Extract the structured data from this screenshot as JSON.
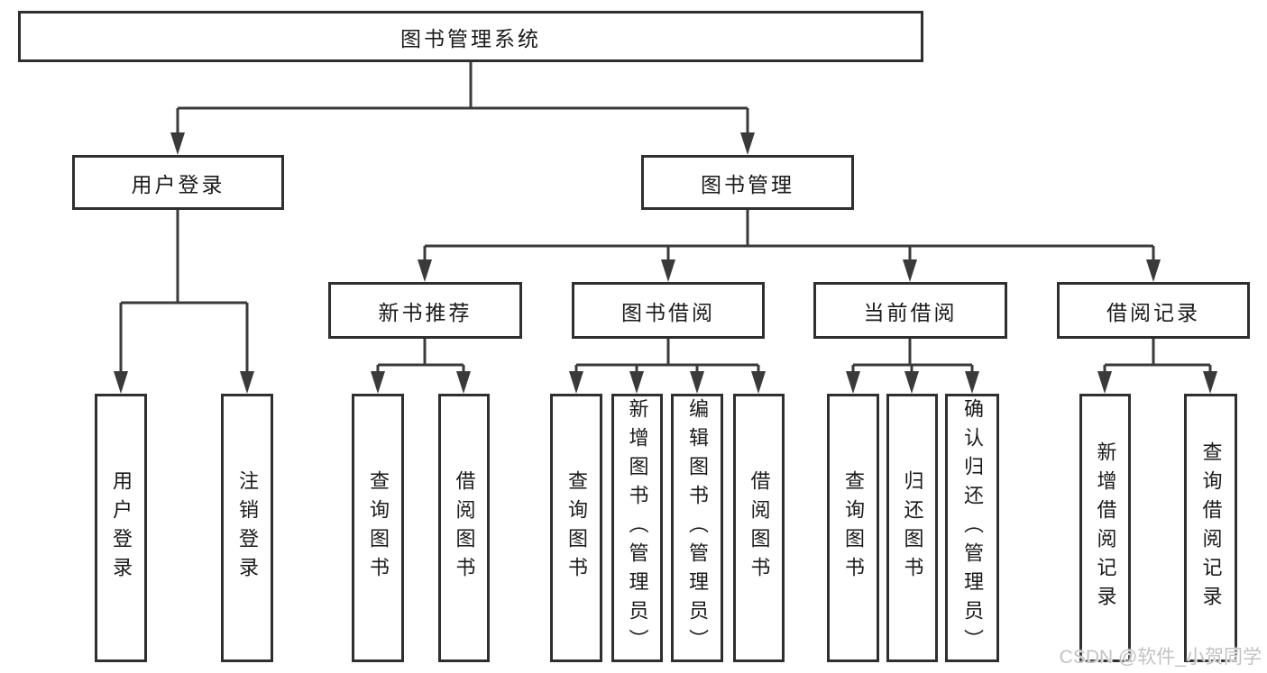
{
  "tree": {
    "label": "图书管理系统",
    "children": [
      {
        "label": "用户登录",
        "children": [
          {
            "label": "用户登录"
          },
          {
            "label": "注销登录"
          }
        ]
      },
      {
        "label": "图书管理",
        "children": [
          {
            "label": "新书推荐",
            "children": [
              {
                "label": "查询图书"
              },
              {
                "label": "借阅图书"
              }
            ]
          },
          {
            "label": "图书借阅",
            "children": [
              {
                "label": "查询图书"
              },
              {
                "label": "新增图书（管理员）"
              },
              {
                "label": "编辑图书（管理员）"
              },
              {
                "label": "借阅图书"
              }
            ]
          },
          {
            "label": "当前借阅",
            "children": [
              {
                "label": "查询图书"
              },
              {
                "label": "归还图书"
              },
              {
                "label": "确认归还（管理员）"
              }
            ]
          },
          {
            "label": "借阅记录",
            "children": [
              {
                "label": "新增借阅记录"
              },
              {
                "label": "查询借阅记录"
              }
            ]
          }
        ]
      }
    ]
  },
  "watermark": "CSDN @软件_小贺同学",
  "colors": {
    "line": "#3a3a3a",
    "box_border": "#2f2f2f",
    "text": "#1a1a1a",
    "watermark": "#c2c2c2",
    "background": "#ffffff"
  }
}
